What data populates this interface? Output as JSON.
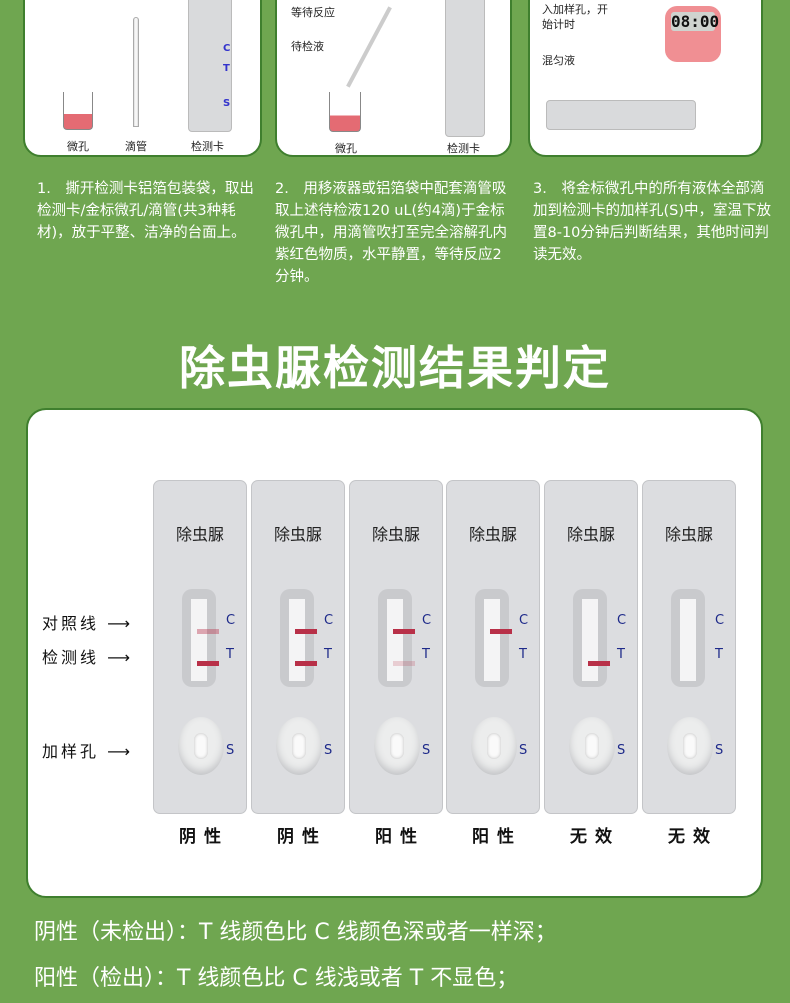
{
  "steps_images": [
    {
      "labels": [
        "微孔",
        "滴管",
        "检测卡"
      ]
    },
    {
      "caption": "等待反应",
      "callout": "待检液",
      "labels": [
        "微孔",
        "检测卡"
      ]
    },
    {
      "caption_lines": [
        "入加样孔，开",
        "始计时"
      ],
      "callout": "混匀液",
      "timer": "08:00"
    }
  ],
  "cassette_letters": {
    "c": "C",
    "t": "T",
    "s": "S"
  },
  "steps": [
    "1.　撕开检测卡铝箔包装袋，取出检测卡/金标微孔/滴管(共3种耗材)，放于平整、洁净的台面上。",
    "2.　用移液器或铝箔袋中配套滴管吸取上述待检液120 uL(约4滴)于金标微孔中，用滴管吹打至完全溶解孔内紫红色物质，水平静置，等待反应2分钟。",
    "3.　将金标微孔中的所有液体全部滴加到检测卡的加样孔(S)中，室温下放置8-10分钟后判断结果，其他时间判读无效。"
  ],
  "section_title": "除虫脲检测结果判定",
  "side_labels": {
    "control": "对照线",
    "test": "检测线",
    "sample": "加样孔"
  },
  "strips": [
    {
      "name": "除虫脲",
      "c": 0.4,
      "t": 1,
      "result": "阴性"
    },
    {
      "name": "除虫脲",
      "c": 1,
      "t": 1,
      "result": "阴性"
    },
    {
      "name": "除虫脲",
      "c": 1,
      "t": 0.2,
      "result": "阳性"
    },
    {
      "name": "除虫脲",
      "c": 1,
      "t": 0,
      "result": "阳性"
    },
    {
      "name": "除虫脲",
      "c": 0,
      "t": 1,
      "result": "无效"
    },
    {
      "name": "除虫脲",
      "c": 0,
      "t": 0,
      "result": "无效"
    }
  ],
  "line_color": "#b83048",
  "footer": [
    "阴性（未检出）：T 线颜色比 C 线颜色深或者一样深；",
    "阳性（检出）：T 线颜色比 C 线浅或者 T 不显色；"
  ]
}
